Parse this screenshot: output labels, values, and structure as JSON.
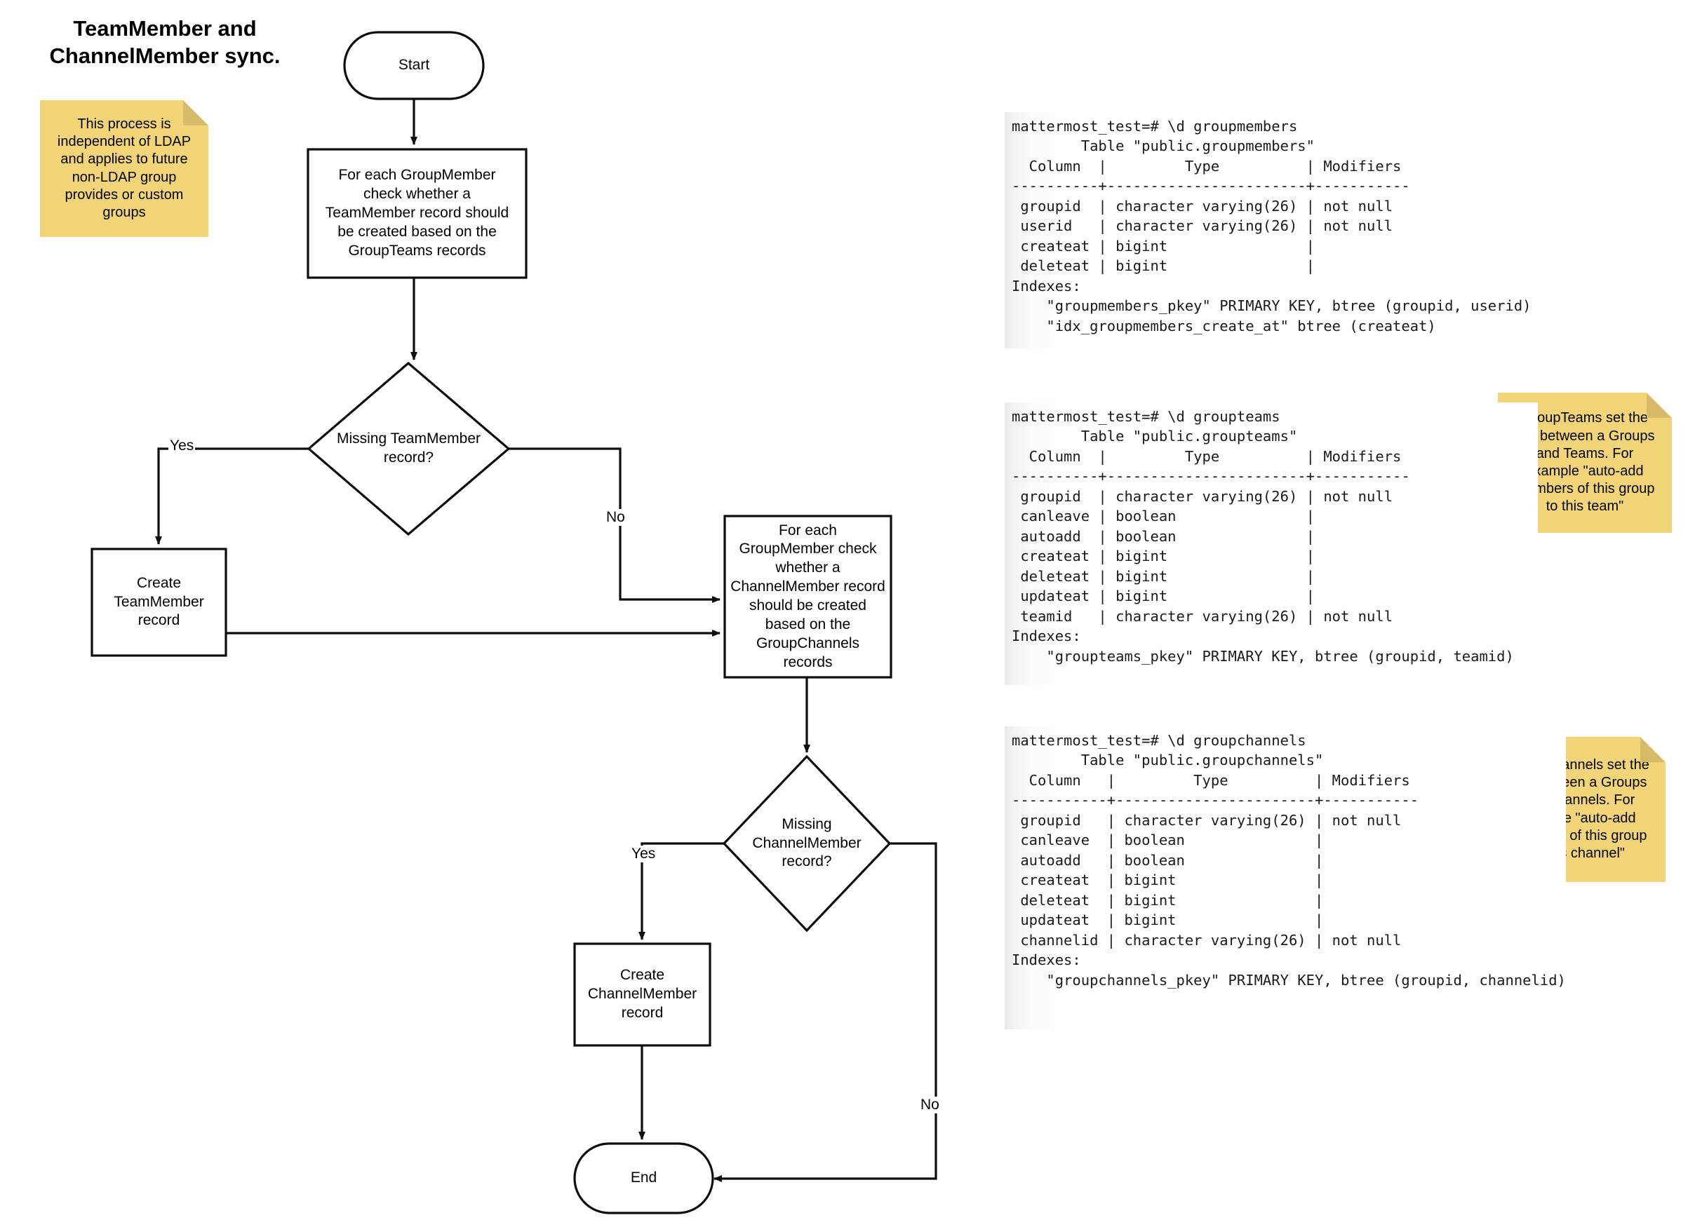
{
  "title": "TeamMember and\nChannelMember sync.",
  "colors": {
    "sticky_fill": "#f2d479",
    "sticky_fold": "#d8bb68",
    "node_stroke": "#0d0d0d",
    "node_fill": "#ffffff",
    "text": "#000000"
  },
  "flow": {
    "nodes": [
      {
        "id": "start",
        "shape": "stadium",
        "label": "Start"
      },
      {
        "id": "check-teammember",
        "shape": "process",
        "label": "For each GroupMember\ncheck whether a\nTeamMember record should\nbe created based on the\nGroupTeams records"
      },
      {
        "id": "missing-teammember",
        "shape": "decision",
        "label": "Missing TeamMember\nrecord?"
      },
      {
        "id": "create-teammember",
        "shape": "process",
        "label": "Create\nTeamMember\nrecord"
      },
      {
        "id": "check-channelmember",
        "shape": "process",
        "label": "For each\nGroupMember check\nwhether a\nChannelMember record\nshould be created\nbased on the\nGroupChannels\nrecords"
      },
      {
        "id": "missing-channelmember",
        "shape": "decision",
        "label": "Missing\nChannelMember\nrecord?"
      },
      {
        "id": "create-channelmember",
        "shape": "process",
        "label": "Create\nChannelMember\nrecord"
      },
      {
        "id": "end",
        "shape": "stadium",
        "label": "End"
      }
    ],
    "edge_labels": {
      "teammember_yes": "Yes",
      "teammember_no": "No",
      "channelmember_yes": "Yes",
      "channelmember_no": "No"
    }
  },
  "sticky_notes": [
    {
      "id": "note-ldap",
      "text": "This process is\nindependent of LDAP\nand applies to future\nnon-LDAP group\nprovides or custom\ngroups"
    },
    {
      "id": "note-groupteams",
      "text": "GroupTeams set the\nlink between a Groups\nand Teams. For\nexample \"auto-add\nmembers of this group\nto this team\""
    },
    {
      "id": "note-groupchannels",
      "text": "GroupChannels set the\nlink between a Groups\nand Channels. For\nexample \"auto-add\nmembers of this group\nto this channel\""
    }
  ],
  "terminals": [
    {
      "id": "term-groupmembers",
      "lines": [
        "mattermost_test=# \\d groupmembers",
        "        Table \"public.groupmembers\"",
        "  Column  |         Type          | Modifiers ",
        "----------+-----------------------+-----------",
        " groupid  | character varying(26) | not null",
        " userid   | character varying(26) | not null",
        " createat | bigint                |",
        " deleteat | bigint                |",
        "Indexes:",
        "    \"groupmembers_pkey\" PRIMARY KEY, btree (groupid, userid)",
        "    \"idx_groupmembers_create_at\" btree (createat)"
      ]
    },
    {
      "id": "term-groupteams",
      "lines": [
        "mattermost_test=# \\d groupteams",
        "        Table \"public.groupteams\"",
        "  Column  |         Type          | Modifiers ",
        "----------+-----------------------+-----------",
        " groupid  | character varying(26) | not null",
        " canleave | boolean               |",
        " autoadd  | boolean               |",
        " createat | bigint                |",
        " deleteat | bigint                |",
        " updateat | bigint                |",
        " teamid   | character varying(26) | not null",
        "Indexes:",
        "    \"groupteams_pkey\" PRIMARY KEY, btree (groupid, teamid)"
      ]
    },
    {
      "id": "term-groupchannels",
      "lines": [
        "mattermost_test=# \\d groupchannels",
        "        Table \"public.groupchannels\"",
        "  Column   |         Type          | Modifiers ",
        "-----------+-----------------------+-----------",
        " groupid   | character varying(26) | not null",
        " canleave  | boolean               |",
        " autoadd   | boolean               |",
        " createat  | bigint                |",
        " deleteat  | bigint                |",
        " updateat  | bigint                |",
        " channelid | character varying(26) | not null",
        "Indexes:",
        "    \"groupchannels_pkey\" PRIMARY KEY, btree (groupid, channelid)"
      ]
    }
  ]
}
